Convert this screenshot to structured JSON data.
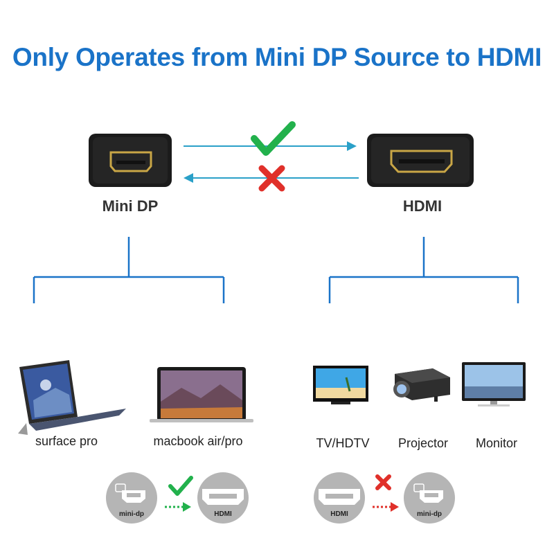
{
  "title": "Only Operates from Mini DP Source to HDMI",
  "connectors": {
    "source_label": "Mini DP",
    "target_label": "HDMI"
  },
  "devices": {
    "source": [
      "surface pro",
      "macbook air/pro"
    ],
    "target": [
      "TV/HDTV",
      "Projector",
      "Monitor"
    ]
  },
  "bottom_diagrams": {
    "left": {
      "from": "mini-dp",
      "to": "HDMI"
    },
    "right": {
      "from": "HDMI",
      "to": "mini-dp"
    }
  },
  "colors": {
    "title": "#1a73c8",
    "line": "#1a73c8",
    "check": "#22b14c",
    "cross": "#e0302a"
  }
}
